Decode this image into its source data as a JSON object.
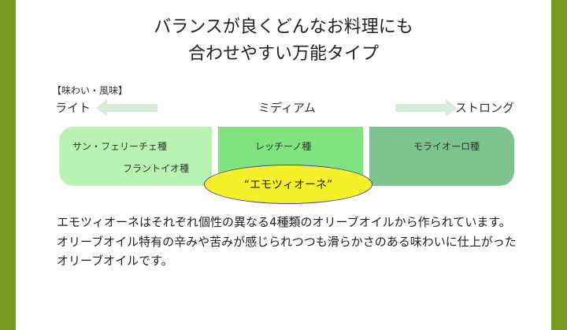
{
  "title": {
    "line1": "バランスが良くどんなお料理にも",
    "line2": "合わせやすい万能タイプ"
  },
  "taste_scale": {
    "heading": "【味わい・風味】",
    "light": "ライト",
    "medium": "ミディアム",
    "strong": "ストロング",
    "arrow_color": "#d9ecd9"
  },
  "varieties": {
    "light_1": "サン・フェリーチェ種",
    "light_2": "フラントイオ種",
    "medium": "レッチーノ種",
    "strong": "モライオーロ種"
  },
  "highlight": {
    "label": "“エモツィオーネ”",
    "color": "#f5f02a"
  },
  "band_colors": {
    "light": "#b8f3b2",
    "medium": "#7fe37e",
    "strong": "#7dc48e"
  },
  "description": {
    "para1": "エモツィオーネはそれぞれ個性の異なる4種類のオリーブオイルから作られています。",
    "para2": "オリーブオイル特有の辛みや苦みが感じられつつも滑らかさのある味わいに仕上がったオリーブオイルです。"
  },
  "border_color": "#7a9a1e"
}
